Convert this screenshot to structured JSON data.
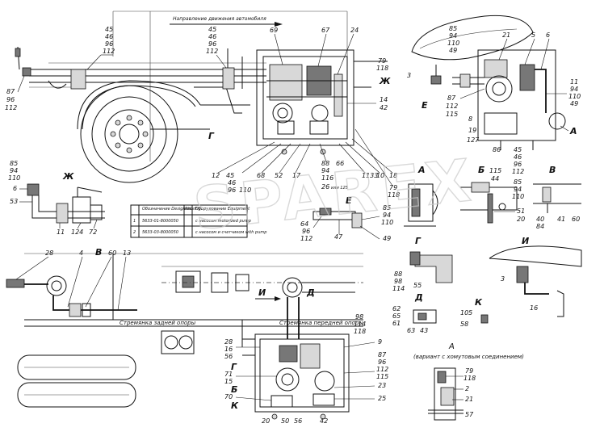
{
  "captions": {
    "direction": "Направление движения автомобиля",
    "rear_support": "Стремянка задней опоры",
    "front_support": "Стремянка передней опоры",
    "variant_a": "(вариант с хомутовым соединением)",
    "or125": "или 125"
  },
  "watermark": "SPAREX",
  "table": {
    "headers": [
      "",
      "Обозначение\nDesignation",
      "Рис.\nFig.",
      "Оборудование\nEquipment"
    ],
    "rows": [
      [
        "1",
        "5633-01-8000050",
        "",
        "с насосом\nmotorized pump"
      ],
      [
        "2",
        "5633-03-8000050",
        "",
        "с насосом и счетчиком\nwith pump"
      ]
    ]
  },
  "view_letters": [
    "Ж",
    "Г",
    "Е",
    "А",
    "Б",
    "В",
    "Г",
    "И",
    "Д",
    "К",
    "А",
    "Ж",
    "Е",
    "Б",
    "В",
    "И",
    "Д",
    "К",
    "Г"
  ],
  "labels": [
    {
      "t": "45"
    },
    {
      "t": "46"
    },
    {
      "t": "96"
    },
    {
      "t": "112"
    },
    {
      "t": "45"
    },
    {
      "t": "46"
    },
    {
      "t": "96"
    },
    {
      "t": "112"
    },
    {
      "t": "87"
    },
    {
      "t": "96"
    },
    {
      "t": "112"
    },
    {
      "t": "69"
    },
    {
      "t": "67"
    },
    {
      "t": "24"
    },
    {
      "t": "79"
    },
    {
      "t": "118"
    },
    {
      "t": "14"
    },
    {
      "t": "42"
    },
    {
      "t": "85"
    },
    {
      "t": "94"
    },
    {
      "t": "110"
    },
    {
      "t": "49"
    },
    {
      "t": "21"
    },
    {
      "t": "5"
    },
    {
      "t": "6"
    },
    {
      "t": "3"
    },
    {
      "t": "87"
    },
    {
      "t": "112"
    },
    {
      "t": "115"
    },
    {
      "t": "8"
    },
    {
      "t": "19"
    },
    {
      "t": "127"
    },
    {
      "t": "11"
    },
    {
      "t": "94"
    },
    {
      "t": "110"
    },
    {
      "t": "49"
    },
    {
      "t": "86"
    },
    {
      "t": "45"
    },
    {
      "t": "46"
    },
    {
      "t": "96"
    },
    {
      "t": "112"
    },
    {
      "t": "115"
    },
    {
      "t": "44"
    },
    {
      "t": "12"
    },
    {
      "t": "45"
    },
    {
      "t": "46"
    },
    {
      "t": "96"
    },
    {
      "t": "110"
    },
    {
      "t": "68"
    },
    {
      "t": "52"
    },
    {
      "t": "17"
    },
    {
      "t": "88"
    },
    {
      "t": "94"
    },
    {
      "t": "116"
    },
    {
      "t": "26"
    },
    {
      "t": "66"
    },
    {
      "t": "1133"
    },
    {
      "t": "10"
    },
    {
      "t": "18"
    },
    {
      "t": "79"
    },
    {
      "t": "118"
    },
    {
      "t": "85"
    },
    {
      "t": "94"
    },
    {
      "t": "110"
    },
    {
      "t": "6"
    },
    {
      "t": "53"
    },
    {
      "t": "11"
    },
    {
      "t": "124"
    },
    {
      "t": "72"
    },
    {
      "t": "64"
    },
    {
      "t": "96"
    },
    {
      "t": "112"
    },
    {
      "t": "47"
    },
    {
      "t": "85"
    },
    {
      "t": "94"
    },
    {
      "t": "110"
    },
    {
      "t": "49"
    },
    {
      "t": "85"
    },
    {
      "t": "94"
    },
    {
      "t": "110"
    },
    {
      "t": "51"
    },
    {
      "t": "20"
    },
    {
      "t": "40"
    },
    {
      "t": "84"
    },
    {
      "t": "41"
    },
    {
      "t": "60"
    },
    {
      "t": "28"
    },
    {
      "t": "4"
    },
    {
      "t": "60"
    },
    {
      "t": "13"
    },
    {
      "t": "88"
    },
    {
      "t": "98"
    },
    {
      "t": "114"
    },
    {
      "t": "55"
    },
    {
      "t": "3"
    },
    {
      "t": "16"
    },
    {
      "t": "62"
    },
    {
      "t": "65"
    },
    {
      "t": "61"
    },
    {
      "t": "63"
    },
    {
      "t": "43"
    },
    {
      "t": "105"
    },
    {
      "t": "58"
    },
    {
      "t": "98"
    },
    {
      "t": "114"
    },
    {
      "t": "118"
    },
    {
      "t": "9"
    },
    {
      "t": "87"
    },
    {
      "t": "96"
    },
    {
      "t": "112"
    },
    {
      "t": "115"
    },
    {
      "t": "23"
    },
    {
      "t": "25"
    },
    {
      "t": "28"
    },
    {
      "t": "16"
    },
    {
      "t": "56"
    },
    {
      "t": "71"
    },
    {
      "t": "15"
    },
    {
      "t": "70"
    },
    {
      "t": "20"
    },
    {
      "t": "50"
    },
    {
      "t": "56"
    },
    {
      "t": "42"
    },
    {
      "t": "79"
    },
    {
      "t": "118"
    },
    {
      "t": "2"
    },
    {
      "t": "21"
    },
    {
      "t": "57"
    }
  ]
}
